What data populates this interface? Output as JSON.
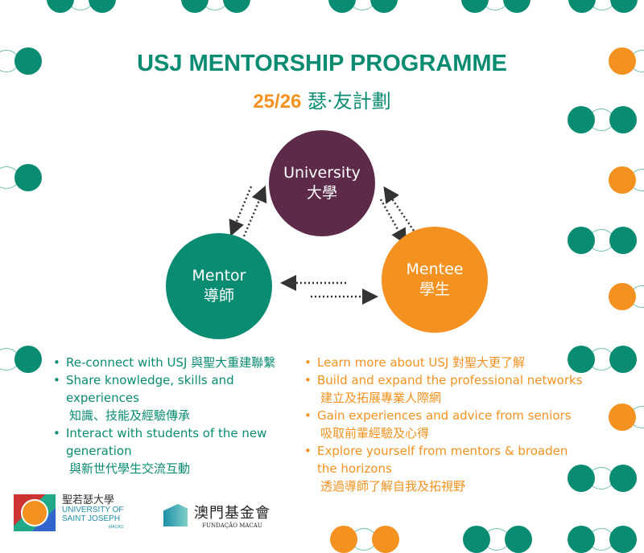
{
  "title": "USJ MENTORSHIP PROGRAMME",
  "subtitle": {
    "year": "25/26",
    "name": "瑟·友計劃"
  },
  "nodes": {
    "university": {
      "en": "University",
      "zh": "大學",
      "color": "#5e2a4a"
    },
    "mentor": {
      "en": "Mentor",
      "zh": "導師",
      "color": "#0a8c72"
    },
    "mentee": {
      "en": "Mentee",
      "zh": "學生",
      "color": "#f39220"
    }
  },
  "mentor_points": [
    {
      "en": "Re-connect with USJ 與聖大重建聯繫"
    },
    {
      "en": "Share knowledge, skills and experiences",
      "zh": "知識、技能及經驗傳承"
    },
    {
      "en": "Interact with students of the new generation",
      "zh": "與新世代學生交流互動"
    }
  ],
  "mentee_points": [
    {
      "en": "Learn more about USJ 對聖大更了解"
    },
    {
      "en": "Build and expand the professional networks",
      "zh": "建立及拓展專業人際網"
    },
    {
      "en": "Gain experiences and advice from seniors",
      "zh": "吸取前輩經驗及心得"
    },
    {
      "en": "Explore yourself from mentors & broaden the horizons",
      "zh": "透過導師了解自我及拓視野"
    }
  ],
  "logos": {
    "usj": {
      "zh": "聖若瑟大學",
      "en1": "UNIVERSITY OF",
      "en2": "SAINT JOSEPH",
      "en3": "MACAO"
    },
    "fm": {
      "zh": "澳門基金會",
      "en": "FUNDAÇÃO MACAU"
    }
  }
}
